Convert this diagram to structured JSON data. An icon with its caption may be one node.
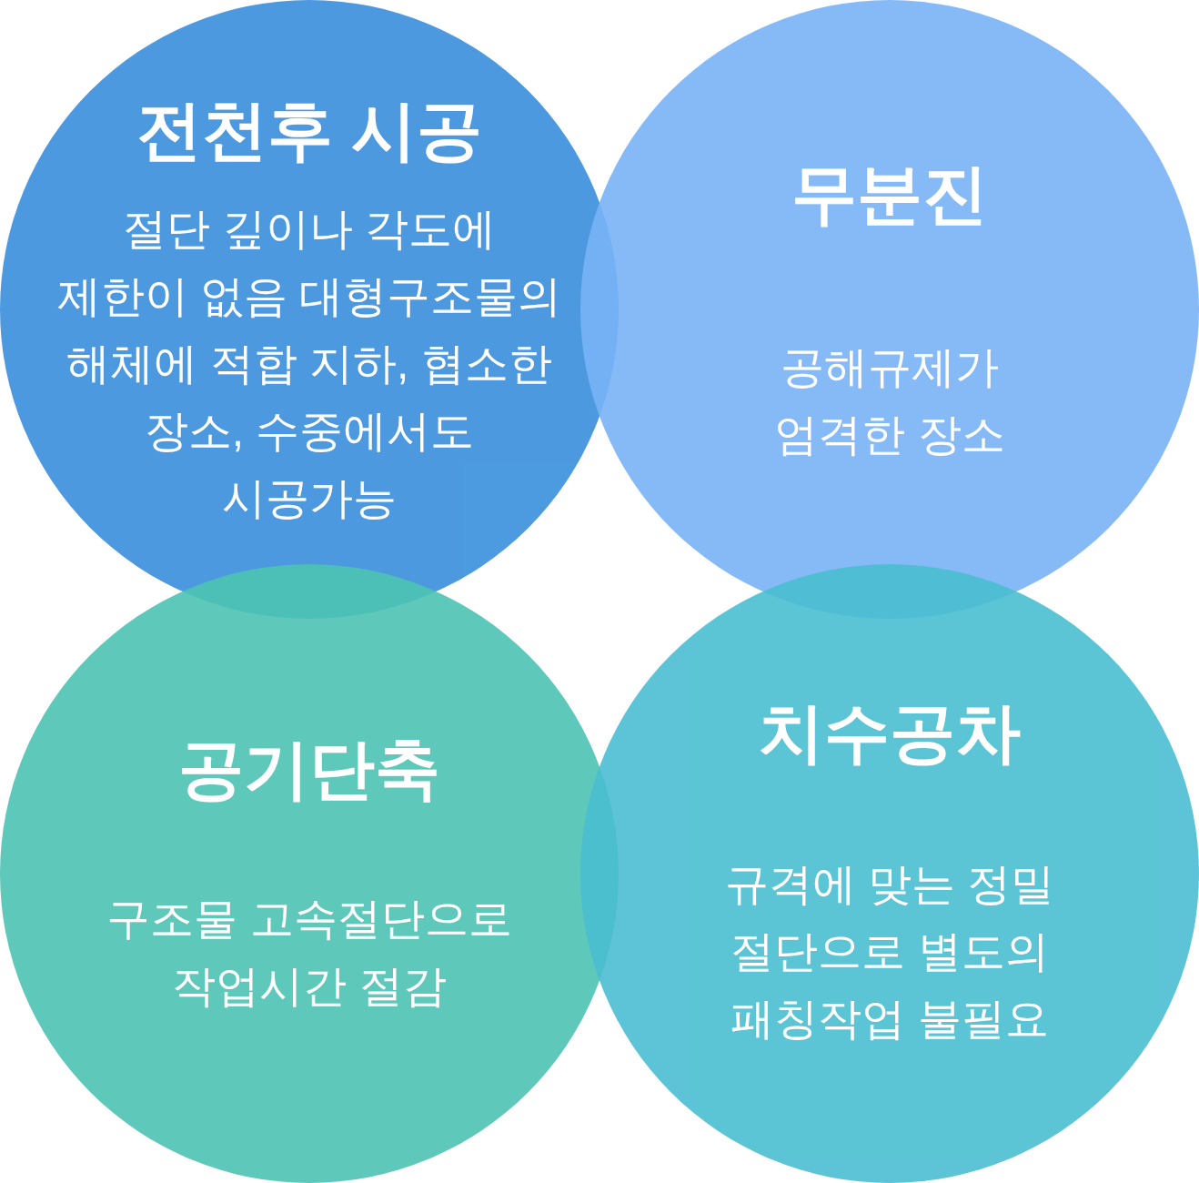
{
  "diagram": {
    "nodes": [
      {
        "text": [
          "전천후 시공",
          "절단 깊이나 각도에 제한이 없음 대형구조물의 해체에 적합 지하, 협소한 장소, 수중에서도 시공가능"
        ]
      },
      {
        "text": [
          "무분진",
          "공해규제가 엄격한 장소"
        ]
      },
      {
        "text": [
          "공기단축",
          "구조물 고속절단으로 작업시간 절감"
        ]
      },
      {
        "text": [
          "치수공차",
          "규격에 맞는 정밀 절단으로 별도의 패칭작업 불필요"
        ]
      }
    ]
  }
}
